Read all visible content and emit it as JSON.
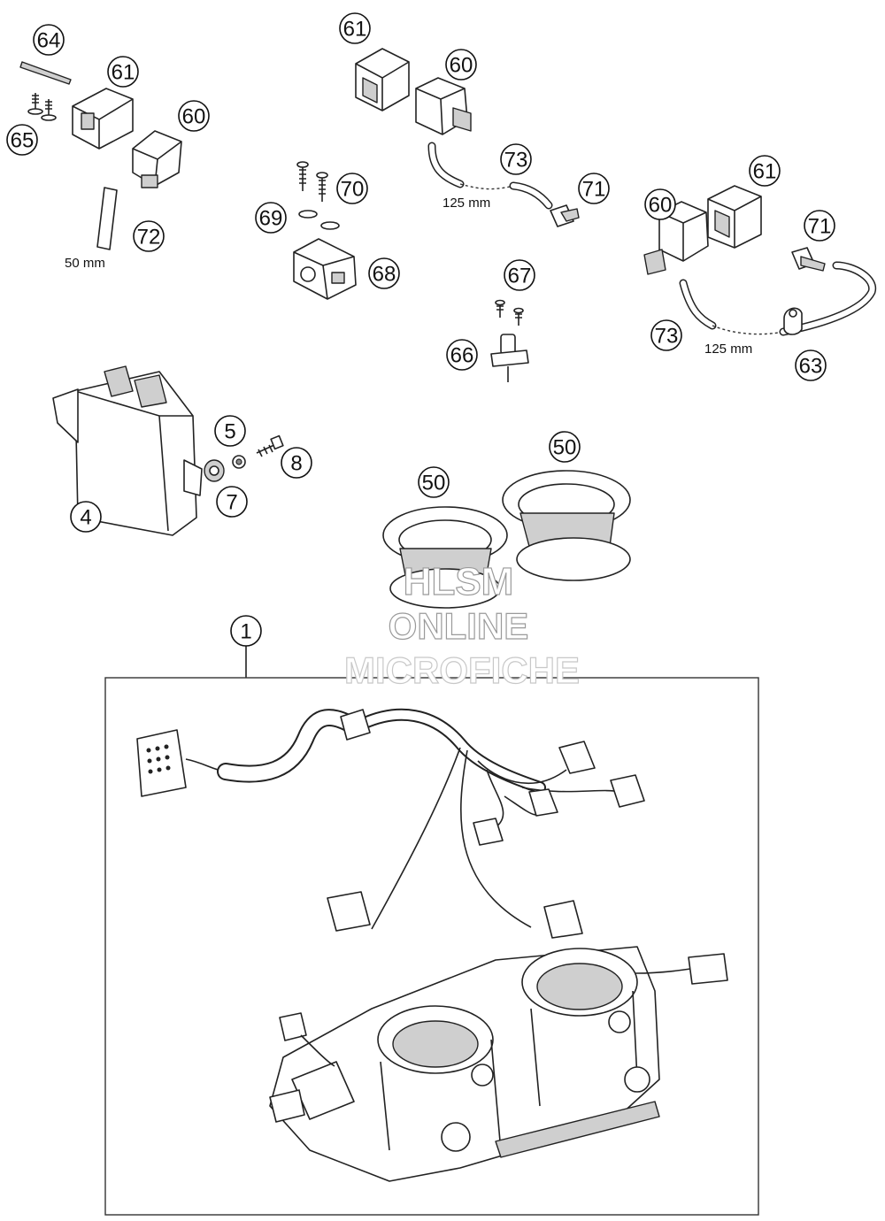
{
  "callouts": {
    "c64": "64",
    "c61a": "61",
    "c60a": "60",
    "c65": "65",
    "c72": "72",
    "c61b": "61",
    "c60b": "60",
    "c70": "70",
    "c69": "69",
    "c68": "68",
    "c73a": "73",
    "c71a": "71",
    "c67": "67",
    "c66": "66",
    "c61c": "61",
    "c60c": "60",
    "c71b": "71",
    "c73b": "73",
    "c63": "63",
    "c5": "5",
    "c8": "8",
    "c7": "7",
    "c4": "4",
    "c50a": "50",
    "c50b": "50",
    "c1": "1"
  },
  "dimensions": {
    "d50": "50 mm",
    "d125a": "125 mm",
    "d125b": "125 mm"
  },
  "watermark": {
    "line1": "HLSM",
    "line2": "ONLINE",
    "line3": "MICROFICHE"
  }
}
